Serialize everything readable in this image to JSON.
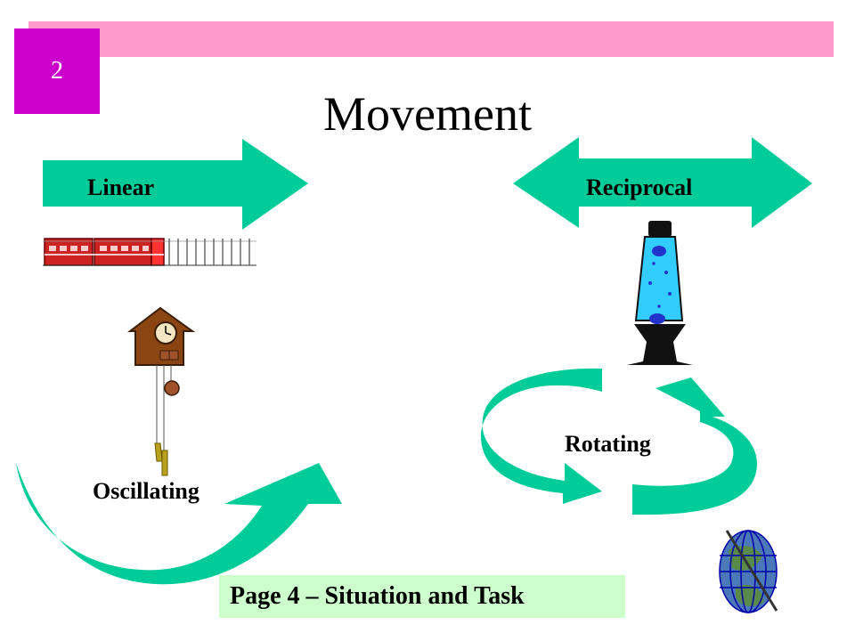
{
  "slide": {
    "number": "2",
    "title": "Movement",
    "footer": "Page 4 – Situation and Task"
  },
  "diagram": {
    "labels": {
      "linear": "Linear",
      "reciprocal": "Reciprocal",
      "rotating": "Rotating",
      "oscillating": "Oscillating"
    },
    "illustrations": [
      "train-icon",
      "cuckoo-clock-icon",
      "lava-lamp-icon",
      "globe-icon"
    ]
  },
  "colors": {
    "top_bar": "#ff99cc",
    "slide_number_box": "#cc00cc",
    "arrows": "#00cc99",
    "footer_box": "#ccffcc"
  }
}
